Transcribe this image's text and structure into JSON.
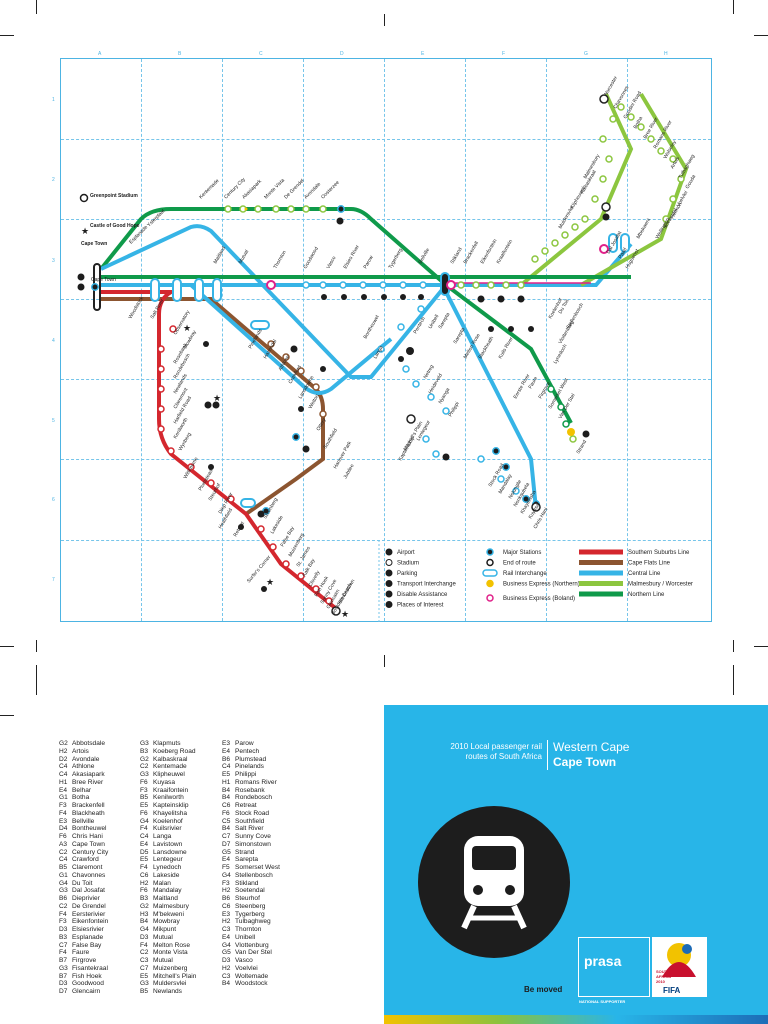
{
  "map": {
    "columns": [
      "A",
      "B",
      "C",
      "D",
      "E",
      "F",
      "G",
      "H"
    ],
    "rows": [
      "1",
      "2",
      "3",
      "4",
      "5",
      "6",
      "7"
    ],
    "places": {
      "greenpoint": "Greenpoint Stadium",
      "castle": "Castle of Good Hope",
      "cape_town": "Cape Town",
      "surfers": "Surfer's Corner",
      "boulders": "Boulders Beach"
    },
    "colors": {
      "southern": "#d4272e",
      "cape_flats": "#8c5530",
      "central": "#36b4e6",
      "malmesbury": "#8cc63f",
      "northern": "#0f9a4a",
      "boland": "#e0218a",
      "express_north": "#f2c200"
    }
  },
  "stations": [
    {
      "id": "cape_town",
      "label": "Cape Town"
    },
    {
      "id": "woodstock",
      "label": "Woodstock"
    },
    {
      "id": "salt_river",
      "label": "Salt River"
    },
    {
      "id": "esplanade",
      "label": "Esplanade"
    },
    {
      "id": "ysterplaat",
      "label": "Ysterplaat"
    },
    {
      "id": "kentemade",
      "label": "Kentemade"
    },
    {
      "id": "century_city",
      "label": "Century City"
    },
    {
      "id": "akasia_park",
      "label": "Akasiapark"
    },
    {
      "id": "monte_vista",
      "label": "Monte Vista"
    },
    {
      "id": "de_grendel",
      "label": "De Grendel"
    },
    {
      "id": "avondale",
      "label": "Avondale"
    },
    {
      "id": "oosterzee",
      "label": "Oosterzee"
    },
    {
      "id": "maitland",
      "label": "Maitland"
    },
    {
      "id": "mutual",
      "label": "Mutual"
    },
    {
      "id": "thornton",
      "label": "Thornton"
    },
    {
      "id": "goodwood",
      "label": "Goodwood"
    },
    {
      "id": "vasco",
      "label": "Vasco"
    },
    {
      "id": "elsies_river",
      "label": "Elsies River"
    },
    {
      "id": "parow",
      "label": "Parow"
    },
    {
      "id": "tygerberg",
      "label": "Tygerberg"
    },
    {
      "id": "bellville",
      "label": "Bellville"
    },
    {
      "id": "stikland",
      "label": "Stikland"
    },
    {
      "id": "brackenfell",
      "label": "Brackenfell"
    },
    {
      "id": "eikenfontein",
      "label": "Eikenfontein"
    },
    {
      "id": "kraaifontein",
      "label": "Kraaifontein"
    },
    {
      "id": "worcester",
      "label": "Worcester"
    },
    {
      "id": "chavonnes",
      "label": "Chavonnes"
    },
    {
      "id": "goudini_road",
      "label": "Goudini Road"
    },
    {
      "id": "botha",
      "label": "Botha"
    },
    {
      "id": "breeriver",
      "label": "Bree River"
    },
    {
      "id": "romans_river",
      "label": "Romans River"
    },
    {
      "id": "wolseley",
      "label": "Wolseley"
    },
    {
      "id": "artois",
      "label": "Artois"
    },
    {
      "id": "tulbagh",
      "label": "Tulbaghweg"
    },
    {
      "id": "gouda",
      "label": "Gouda"
    },
    {
      "id": "voelvlei",
      "label": "Voelvlei"
    },
    {
      "id": "hermon",
      "label": "Hermon"
    },
    {
      "id": "soetendal",
      "label": "Soetendal"
    },
    {
      "id": "wellington",
      "label": "Wellington"
    },
    {
      "id": "malmesbury",
      "label": "Malmesbury"
    },
    {
      "id": "kalbaskraal",
      "label": "Kalbaskraal"
    },
    {
      "id": "klipheuwel",
      "label": "Klipheuwel"
    },
    {
      "id": "muldersvlei",
      "label": "Muldersvlei"
    },
    {
      "id": "paarl",
      "label": "Paarl"
    },
    {
      "id": "huguenot",
      "label": "Huguenot"
    },
    {
      "id": "dal_josafat",
      "label": "Dal Josafat"
    },
    {
      "id": "mbekweni",
      "label": "Mbekweni"
    },
    {
      "id": "koelenhof",
      "label": "Koelenhof"
    },
    {
      "id": "du_toit",
      "label": "Du Toit"
    },
    {
      "id": "stellenbosch",
      "label": "Stellenbosch"
    },
    {
      "id": "vlottenburg",
      "label": "Vlottenburg"
    },
    {
      "id": "lynedoch",
      "label": "Lynedoch"
    },
    {
      "id": "eerste_river",
      "label": "Eerste River"
    },
    {
      "id": "faure",
      "label": "Faure"
    },
    {
      "id": "firgrove",
      "label": "Firgrove"
    },
    {
      "id": "somerset_west",
      "label": "Somerset West"
    },
    {
      "id": "van_der_stel",
      "label": "Van Der Stel"
    },
    {
      "id": "strand",
      "label": "Strand"
    },
    {
      "id": "kuils_river",
      "label": "Kuils River"
    },
    {
      "id": "blackheath",
      "label": "Blackheath"
    },
    {
      "id": "melton_rose",
      "label": "Melton Rose"
    },
    {
      "id": "sarepta",
      "label": "Sarepta"
    },
    {
      "id": "unibell",
      "label": "Unibell"
    },
    {
      "id": "pentech",
      "label": "Pentech"
    },
    {
      "id": "sarepta2",
      "label": "Sarepta"
    },
    {
      "id": "bontheuwel",
      "label": "Bontheuwel"
    },
    {
      "id": "langa",
      "label": "Langa"
    },
    {
      "id": "netreg",
      "label": "Netreg"
    },
    {
      "id": "heideveld",
      "label": "Heideveld"
    },
    {
      "id": "nyanga",
      "label": "Nyanga"
    },
    {
      "id": "philippi",
      "label": "Philippi"
    },
    {
      "id": "lentegeur",
      "label": "Lentegeur"
    },
    {
      "id": "mitchells_plain",
      "label": "Mitchell's Plain"
    },
    {
      "id": "kapteinsklip",
      "label": "Kapteinsklip"
    },
    {
      "id": "stock_road",
      "label": "Stock Road"
    },
    {
      "id": "mandalay",
      "label": "Mandalay"
    },
    {
      "id": "nolungile",
      "label": "Nolungile"
    },
    {
      "id": "nonkqubela",
      "label": "Nonkqubela"
    },
    {
      "id": "khayelitsha",
      "label": "Khayelitsha"
    },
    {
      "id": "kuyasa",
      "label": "Kuyasa"
    },
    {
      "id": "chris_hani",
      "label": "Chris Hani"
    },
    {
      "id": "observatory",
      "label": "Observatory"
    },
    {
      "id": "mowbray",
      "label": "Mowbray"
    },
    {
      "id": "rosebank",
      "label": "Rosebank"
    },
    {
      "id": "rondebosch",
      "label": "Rondebosch"
    },
    {
      "id": "newlands",
      "label": "Newlands"
    },
    {
      "id": "claremont",
      "label": "Claremont"
    },
    {
      "id": "harfield",
      "label": "Harfield Road"
    },
    {
      "id": "kenilworth",
      "label": "Kenilworth"
    },
    {
      "id": "wynberg",
      "label": "Wynberg"
    },
    {
      "id": "wittebome",
      "label": "Wittebome"
    },
    {
      "id": "plumstead",
      "label": "Plumstead"
    },
    {
      "id": "steurhof",
      "label": "Steurhof"
    },
    {
      "id": "diep_river",
      "label": "Diep River"
    },
    {
      "id": "heathfield",
      "label": "Heathfield"
    },
    {
      "id": "retreat",
      "label": "Retreat"
    },
    {
      "id": "steenberg",
      "label": "Steenberg"
    },
    {
      "id": "lakeside",
      "label": "Lakeside"
    },
    {
      "id": "false_bay",
      "label": "False Bay"
    },
    {
      "id": "muizenberg",
      "label": "Muizenberg"
    },
    {
      "id": "st_james",
      "label": "St. James"
    },
    {
      "id": "kalk_bay",
      "label": "Kalk Bay"
    },
    {
      "id": "clovelly",
      "label": "Clovelly"
    },
    {
      "id": "fish_hoek",
      "label": "Fish Hoek"
    },
    {
      "id": "sunny_cove",
      "label": "Sunny Cove"
    },
    {
      "id": "glencairn",
      "label": "Glencairn"
    },
    {
      "id": "simonstown",
      "label": "Simonstown"
    },
    {
      "id": "pinelands",
      "label": "Pinelands"
    },
    {
      "id": "hazendal",
      "label": "Hazendal"
    },
    {
      "id": "athlone",
      "label": "Athlone"
    },
    {
      "id": "crawford",
      "label": "Crawford"
    },
    {
      "id": "lansdowne",
      "label": "Lansdowne"
    },
    {
      "id": "wetton",
      "label": "Wetton"
    },
    {
      "id": "ottery",
      "label": "Ottery"
    },
    {
      "id": "southfield",
      "label": "Southfield"
    },
    {
      "id": "hanover_park",
      "label": "Hanover Park"
    },
    {
      "id": "jubilee",
      "label": "Jubilee"
    }
  ],
  "legend": {
    "symbols": [
      {
        "icon": "airport",
        "label": "Airport"
      },
      {
        "icon": "stadium",
        "label": "Stadium"
      },
      {
        "icon": "parking",
        "label": "Parking"
      },
      {
        "icon": "transport",
        "label": "Transport Interchange"
      },
      {
        "icon": "disable",
        "label": "Disable Assistance"
      },
      {
        "icon": "star",
        "label": "Places of Interest"
      }
    ],
    "markers": [
      {
        "icon": "major",
        "label": "Major Stations"
      },
      {
        "icon": "end",
        "label": "End of route"
      },
      {
        "icon": "rail",
        "label": "Rail Interchange"
      },
      {
        "icon": "express-north",
        "label": "Business Express (Northern)"
      },
      {
        "icon": "express-boland",
        "label": "Business Express (Boland)"
      }
    ],
    "lines": [
      {
        "color": "#d4272e",
        "label": "Southern Suburbs Line"
      },
      {
        "color": "#8c5530",
        "label": "Cape Flats Line"
      },
      {
        "color": "#36b4e6",
        "label": "Central Line"
      },
      {
        "color": "#8cc63f",
        "label": "Malmesbury / Worcester"
      },
      {
        "color": "#0f9a4a",
        "label": "Northern Line"
      }
    ]
  },
  "index": [
    [
      [
        "G2",
        "Abbotsdale"
      ],
      [
        "H2",
        "Artois"
      ],
      [
        "D2",
        "Avondale"
      ],
      [
        "C4",
        "Athlone"
      ],
      [
        "C4",
        "Akasiapark"
      ],
      [
        "H1",
        "Bree River"
      ],
      [
        "E4",
        "Belhar"
      ],
      [
        "G1",
        "Botha"
      ],
      [
        "F3",
        "Brackenfell"
      ],
      [
        "F4",
        "Blackheath"
      ],
      [
        "E3",
        "Bellville"
      ],
      [
        "D4",
        "Bontheuwel"
      ],
      [
        "F6",
        "Chris Hani"
      ],
      [
        "A3",
        "Cape Town"
      ],
      [
        "C2",
        "Century City"
      ],
      [
        "C4",
        "Crawford"
      ],
      [
        "B5",
        "Claremont"
      ],
      [
        "G1",
        "Chavonnes"
      ],
      [
        "G4",
        "Du Toit"
      ],
      [
        "G3",
        "Dal Josafat"
      ],
      [
        "B6",
        "Dieprivier"
      ],
      [
        "C2",
        "De Grendel"
      ],
      [
        "F4",
        "Eersterivier"
      ],
      [
        "F3",
        "Eikenfontein"
      ],
      [
        "D3",
        "Elsiesrivier"
      ],
      [
        "B3",
        "Esplanade"
      ],
      [
        "C7",
        "False Bay"
      ],
      [
        "F4",
        "Faure"
      ],
      [
        "B7",
        "Firgrove"
      ],
      [
        "G3",
        "Fisantekraal"
      ],
      [
        "B7",
        "Fish Hoek"
      ],
      [
        "D3",
        "Goodwood"
      ],
      [
        "D7",
        "Glencairn"
      ]
    ],
    [
      [
        "G3",
        "Klapmuts"
      ],
      [
        "B3",
        "Koeberg Road"
      ],
      [
        "G2",
        "Kalbaskraal"
      ],
      [
        "C2",
        "Kentemade"
      ],
      [
        "G3",
        "Klipheuwel"
      ],
      [
        "F6",
        "Kuyasa"
      ],
      [
        "F3",
        "Kraaifontein"
      ],
      [
        "B5",
        "Kenilworth"
      ],
      [
        "E5",
        "Kapteinsklip"
      ],
      [
        "F6",
        "Khayelitsha"
      ],
      [
        "G4",
        "Koelenhof"
      ],
      [
        "F4",
        "Kuilsrivier"
      ],
      [
        "C4",
        "Langa"
      ],
      [
        "E4",
        "Lavistown"
      ],
      [
        "D5",
        "Lansdowne"
      ],
      [
        "E5",
        "Lentegeur"
      ],
      [
        "F4",
        "Lynedoch"
      ],
      [
        "C6",
        "Lakeside"
      ],
      [
        "H2",
        "Malan"
      ],
      [
        "F6",
        "Mandalay"
      ],
      [
        "B3",
        "Maitland"
      ],
      [
        "G2",
        "Malmesbury"
      ],
      [
        "H3",
        "M'bekweni"
      ],
      [
        "B4",
        "Mowbray"
      ],
      [
        "G4",
        "Mikpunt"
      ],
      [
        "D3",
        "Mutual"
      ],
      [
        "F4",
        "Melton Rose"
      ],
      [
        "C2",
        "Monte Vista"
      ],
      [
        "C3",
        "Mutual"
      ],
      [
        "C7",
        "Muizenberg"
      ],
      [
        "E5",
        "Mitchell's Plain"
      ],
      [
        "G3",
        "Muldersvlei"
      ],
      [
        "B5",
        "Newlands"
      ]
    ],
    [
      [
        "E3",
        "Parow"
      ],
      [
        "E4",
        "Pentech"
      ],
      [
        "B6",
        "Plumstead"
      ],
      [
        "C4",
        "Pinelands"
      ],
      [
        "E5",
        "Philippi"
      ],
      [
        "H1",
        "Romans River"
      ],
      [
        "B4",
        "Rosebank"
      ],
      [
        "B4",
        "Rondebosch"
      ],
      [
        "C6",
        "Retreat"
      ],
      [
        "F6",
        "Stock Road"
      ],
      [
        "C5",
        "Southfield"
      ],
      [
        "B4",
        "Salt River"
      ],
      [
        "C7",
        "Sunny Cove"
      ],
      [
        "D7",
        "Simonstown"
      ],
      [
        "G5",
        "Strand"
      ],
      [
        "E4",
        "Sarepta"
      ],
      [
        "F5",
        "Somerset West"
      ],
      [
        "G4",
        "Stellenbosch"
      ],
      [
        "F3",
        "Stikland"
      ],
      [
        "H2",
        "Soetendal"
      ],
      [
        "B6",
        "Steurhof"
      ],
      [
        "C6",
        "Steenberg"
      ],
      [
        "E3",
        "Tygerberg"
      ],
      [
        "H2",
        "Tulbaghweg"
      ],
      [
        "C3",
        "Thornton"
      ],
      [
        "E4",
        "Unibell"
      ],
      [
        "G4",
        "Vlottenburg"
      ],
      [
        "G5",
        "Van Der Stel"
      ],
      [
        "D3",
        "Vasco"
      ],
      [
        "H2",
        "Voelvlei"
      ],
      [
        "C3",
        "Woltemade"
      ],
      [
        "B4",
        "Woodstock"
      ]
    ]
  ],
  "cover": {
    "subtitle_1": "2010 Local passenger rail",
    "subtitle_2": "routes of South Africa",
    "region": "Western Cape",
    "city": "Cape Town",
    "slogan": "Be moved",
    "brand": "prasa",
    "supporter": "NATIONAL SUPPORTER",
    "fifa": "FIFA",
    "host": "SOUTH AFRICA 2010"
  }
}
